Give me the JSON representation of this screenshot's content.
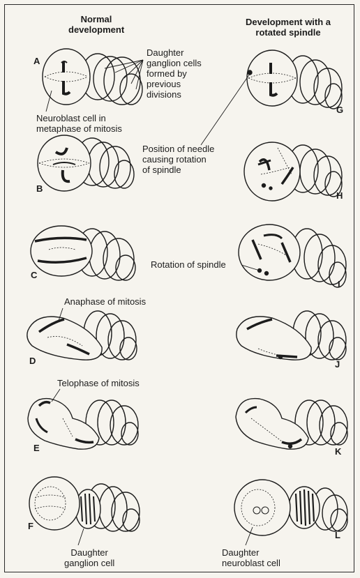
{
  "headers": {
    "normal_line1": "Normal",
    "normal_line2": "development",
    "rotated_line1": "Development with a",
    "rotated_line2": "rotated spindle"
  },
  "letters": [
    "A",
    "B",
    "C",
    "D",
    "E",
    "F",
    "G",
    "H",
    "I",
    "J",
    "K",
    "L"
  ],
  "annotations": {
    "daughter_ganglion_cells": [
      "Daughter",
      "ganglion cells",
      "formed by",
      "previous",
      "divisions"
    ],
    "neuroblast_metaphase": [
      "Neuroblast cell in",
      "metaphase of mitosis"
    ],
    "needle_position": [
      "Position of needle",
      "causing rotation",
      "of spindle"
    ],
    "rotation_of_spindle": "Rotation of spindle",
    "anaphase": "Anaphase of mitosis",
    "telophase": "Telophase of mitosis",
    "daughter_ganglion_cell": [
      "Daughter",
      "ganglion cell"
    ],
    "daughter_neuroblast_cell": [
      "Daughter",
      "neuroblast cell"
    ]
  },
  "colors": {
    "ink": "#1c1c1c",
    "paper": "#f6f4ee",
    "frame": "#2a2a2a"
  }
}
